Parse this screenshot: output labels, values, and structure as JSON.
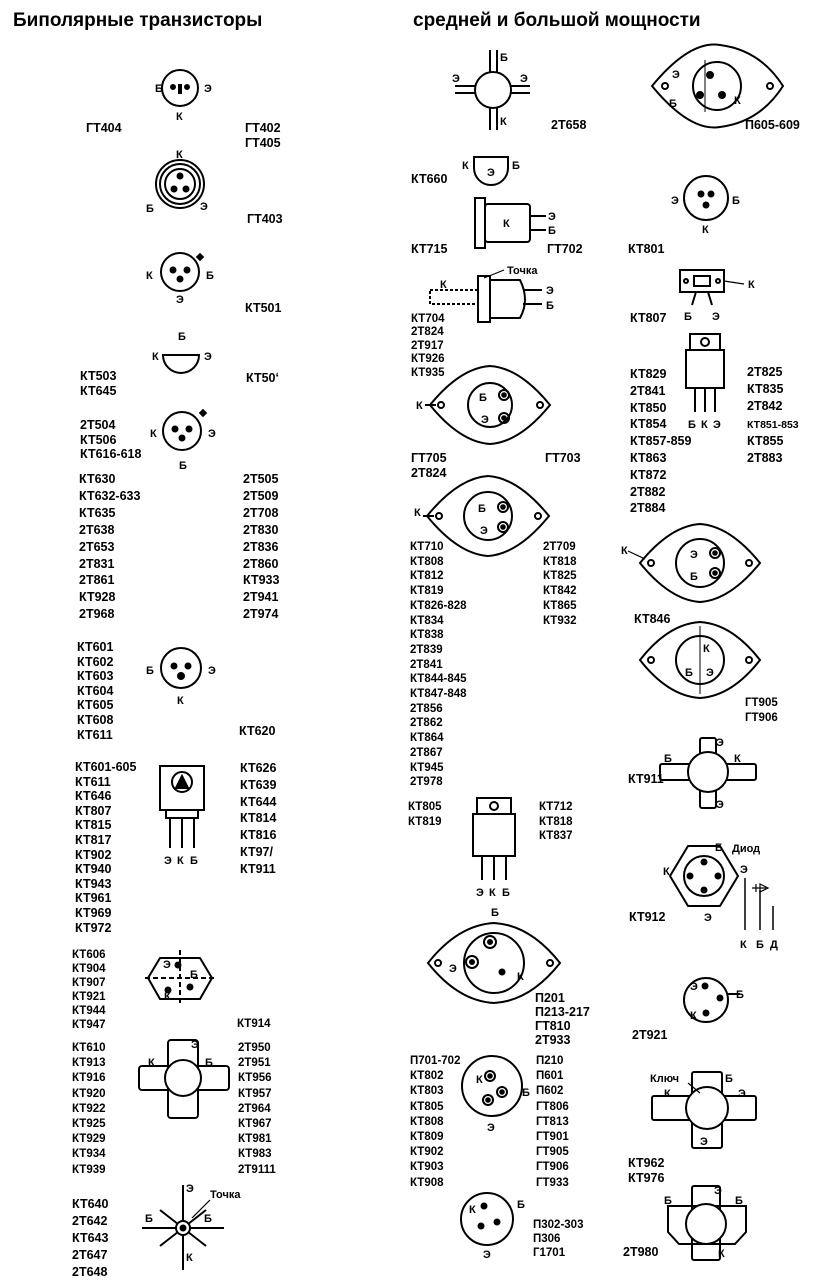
{
  "header": {
    "left": "Биполярные транзисторы",
    "right": "средней и большой мощности"
  },
  "col1": {
    "gt404": "ГТ404",
    "gt402_405": "ГТ402\nГТ405",
    "gt403": "ГТ403",
    "kt501": "КТ501",
    "kt503_645": "КТ503\nКТ645",
    "kt50x": "КТ50ʻ",
    "g2t504": "2Т504\nКТ506\nКТ616-618",
    "list_a": "КТ630\nКТ632-633\nКТ635\n2Т638\n2Т653\n2Т831\n2Т861\nКТ928\n2Т968",
    "list_b": "2Т505\n2Т509\n2Т708\n2Т830\n2Т836\n2Т860\nКТ933\n2Т941\n2Т974",
    "kt601": "КТ601\nКТ602\nКТ603\nКТ604\nКТ605\nКТ608\nКТ611",
    "kt620": "КТ620",
    "list_c": "КТ601-605\nКТ611\nКТ646\nКТ807\nКТ815\nКТ817\nКТ902\nКТ940\nКТ943\nКТ961\nКТ969\nКТ972",
    "list_d": "КТ626\nКТ639\nКТ644\nКТ814\nКТ816\nКТ97/\nКТ911",
    "list_e": "КТ606\nКТ904\nКТ907\nКТ921\nКТ944\nКТ947",
    "kt914": "КТ914",
    "list_f": "КТ610\nКТ913\nКТ916\nКТ920\nКТ922\nКТ925\nКТ929\nКТ934\nКТ939",
    "list_g": "2Т950\n2Т951\nКТ956\nКТ957\n2Т964\nКТ967\nКТ981\nКТ983\n2Т9111",
    "list_h": "КТ640\n2Т642\nКТ643\n2Т647\n2Т648"
  },
  "col2": {
    "t2t658": "2Т658",
    "kt660": "КТ660",
    "kt715": "КТ715",
    "gt702": "ГТ702",
    "list_704": "КТ704\n2Т824\n2Т917\nКТ926\nКТ935",
    "gt705": "ГТ705\n2Т824",
    "gt703": "ГТ703",
    "list_710": "КТ710\nКТ808\nКТ812\nКТ819\nКТ826-828\nКТ834\nКТ838\n2Т839\n2Т841\nКТ844-845\nКТ847-848\n2Т856\n2Т862\nКТ864\n2Т867\nКТ945\n2Т978",
    "list_709": "2Т709\nКТ818\nКТ825\nКТ842\nКТ865\nКТ932",
    "kt805": "КТ805\nКТ819",
    "kt712": "КТ712\nКТ818\nКТ837",
    "p201": "П201\nП213-217\nГТ810\n2Т933",
    "p701": "П701-702\nКТ802\nКТ803\nКТ805\nКТ808\nКТ809\nКТ902\nКТ903\nКТ908",
    "p210": "П210\nП601\nП602\nГТ806\nГТ813\nГТ901\nГТ905\nГТ906\nГТ933",
    "p302": "П302-303\nП306\nГ1701"
  },
  "col3": {
    "p605": "П605-609",
    "kt801": "КТ801",
    "kt807": "КТ807",
    "list_829": "КТ829\n2Т841\nКТ850\nКТ854\nКТ857-859\nКТ863\nКТ872\n2Т882\n2Т884",
    "list_825": "2Т825\nКТ835\n2Т842",
    "kt851": "КТ851-853",
    "kt855": "КТ855\n2Т883",
    "kt846": "КТ846",
    "gt905": "ГТ905\nГТ906",
    "kt911": "КТ911",
    "kt912": "КТ912",
    "t2t921": "2Т921",
    "kt962": "КТ962\nКТ976",
    "t2t980": "2Т980"
  },
  "labels": {
    "b": "Б",
    "e": "Э",
    "k": "К",
    "d": "Д",
    "tochka": "Точка",
    "diod": "Диод",
    "klyuch": "Ключ"
  }
}
